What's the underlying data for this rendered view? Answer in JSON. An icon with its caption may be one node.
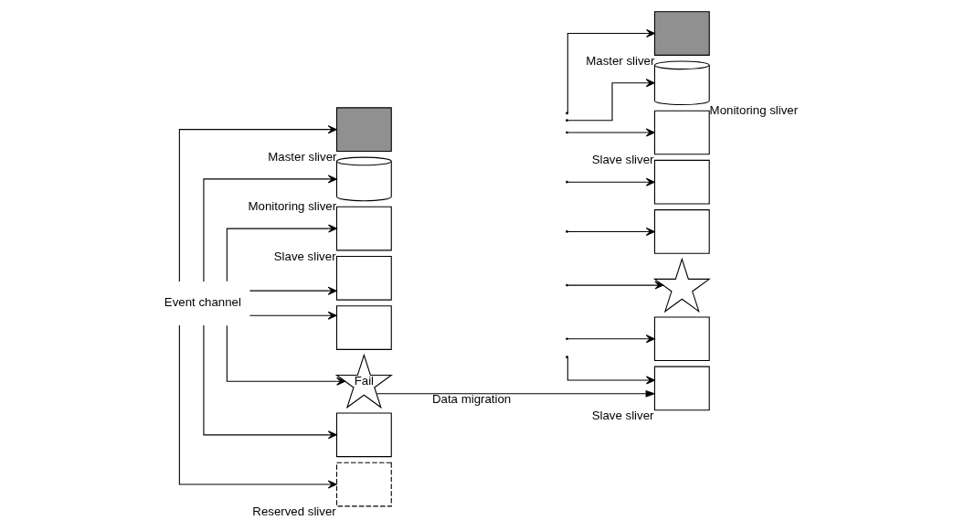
{
  "diagram": {
    "nodes": [
      {
        "text": [
          "Event channel"
        ]
      },
      {
        "text": [],
        "shape": "box",
        "beside": [
          "Master sliver"
        ]
      },
      {
        "text": [],
        "shape": "cylinder",
        "beside": [
          "Monitoring sliver"
        ]
      },
      {
        "text": [],
        "shape": "box",
        "beside": [
          "Slave sliver"
        ]
      },
      {
        "text": [],
        "shape": "box"
      },
      {
        "text": [],
        "shape": "box"
      },
      {
        "text": [
          "Fail"
        ]
      },
      {
        "text": [],
        "shape": "box"
      },
      {
        "text": [],
        "shape": "box",
        "beside": [
          "Reserved sliver"
        ]
      },
      {
        "text": [],
        "shape": "box",
        "beside": [
          "Master sliver"
        ]
      },
      {
        "text": [],
        "shape": "cylinder",
        "beside": [
          "Monitoring sliver"
        ]
      },
      {
        "text": [],
        "shape": "box",
        "beside": [
          "Slave sliver"
        ]
      },
      {
        "text": [],
        "shape": "box"
      },
      {
        "text": [],
        "shape": "box"
      },
      {
        "text": [],
        "shape": "star"
      },
      {
        "text": [],
        "shape": "box"
      },
      {
        "text": [],
        "shape": "box",
        "beside": [
          "Slave sliver"
        ]
      }
    ],
    "edges": [
      {
        "from": 0,
        "to": 1,
        "arrow": "to"
      },
      {
        "from": 0,
        "to": 2,
        "arrow": "to"
      },
      {
        "from": 0,
        "to": 3,
        "arrow": "to"
      },
      {
        "from": 0,
        "to": 4,
        "arrow": "to"
      },
      {
        "from": 0,
        "to": 5,
        "arrow": "to"
      },
      {
        "from": 0,
        "to": 6,
        "arrow": "to"
      },
      {
        "from": 0,
        "to": 7,
        "arrow": "to"
      },
      {
        "from": 0,
        "to": 8,
        "arrow": "to"
      },
      {
        "from": 6,
        "to": 16,
        "arrow": "to",
        "label": "Data migration"
      },
      {
        "from": null,
        "to": 9,
        "arrow": "to"
      },
      {
        "from": null,
        "to": 10,
        "arrow": "to"
      },
      {
        "from": null,
        "to": 11,
        "arrow": "to"
      },
      {
        "from": null,
        "to": 12,
        "arrow": "to"
      },
      {
        "from": null,
        "to": 13,
        "arrow": "to"
      },
      {
        "from": null,
        "to": 14,
        "arrow": "to"
      },
      {
        "from": null,
        "to": 15,
        "arrow": "to"
      },
      {
        "from": null,
        "to": 16,
        "arrow": "to"
      }
    ]
  }
}
